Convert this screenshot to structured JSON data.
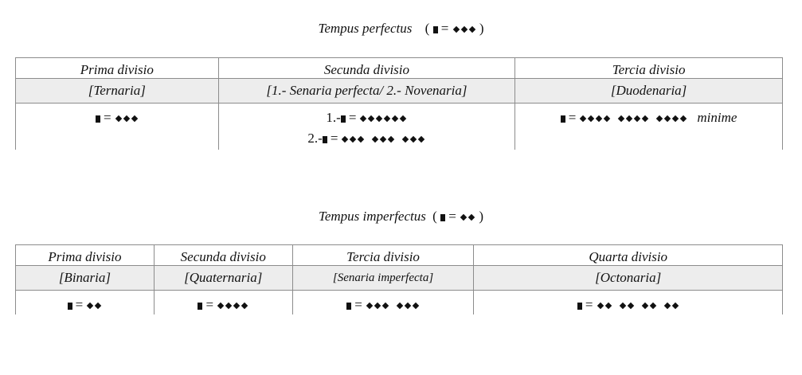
{
  "perfectus": {
    "title": "Tempus perfectus",
    "formula": {
      "open": "(",
      "eq": "=",
      "close": ")",
      "diamonds": 3
    },
    "columns": [
      {
        "heading": "Prima divisio",
        "division": "[Ternaria]",
        "lines": [
          {
            "prefix": "",
            "eq": "=",
            "groups": [
              3
            ]
          }
        ]
      },
      {
        "heading": "Secunda divisio",
        "division": "[1.- Senaria perfecta/ 2.- Novenaria]",
        "lines": [
          {
            "prefix": "1.-",
            "eq": "=",
            "groups": [
              6
            ]
          },
          {
            "prefix": "2.-",
            "eq": "=",
            "groups": [
              3,
              3,
              3
            ]
          }
        ]
      },
      {
        "heading": "Tercia divisio",
        "division": "[Duodenaria]",
        "lines": [
          {
            "prefix": "",
            "eq": "=",
            "groups": [
              4,
              4,
              4
            ],
            "suffix": "minime"
          }
        ]
      }
    ]
  },
  "imperfectus": {
    "title": "Tempus imperfectus",
    "formula": {
      "open": "(",
      "eq": "=",
      "close": ")",
      "diamonds": 2
    },
    "columns": [
      {
        "heading": "Prima divisio",
        "division": "[Binaria]",
        "lines": [
          {
            "prefix": "",
            "eq": "=",
            "groups": [
              2
            ]
          }
        ]
      },
      {
        "heading": "Secunda divisio",
        "division": "[Quaternaria]",
        "lines": [
          {
            "prefix": "",
            "eq": "=",
            "groups": [
              4
            ]
          }
        ]
      },
      {
        "heading": "Tercia divisio",
        "division": "[Senaria imperfecta]",
        "lines": [
          {
            "prefix": "",
            "eq": "=",
            "groups": [
              3,
              3
            ]
          }
        ]
      },
      {
        "heading": "Quarta divisio",
        "division": "[Octonaria]",
        "lines": [
          {
            "prefix": "",
            "eq": "=",
            "groups": [
              2,
              2,
              2,
              2
            ]
          }
        ]
      }
    ]
  }
}
